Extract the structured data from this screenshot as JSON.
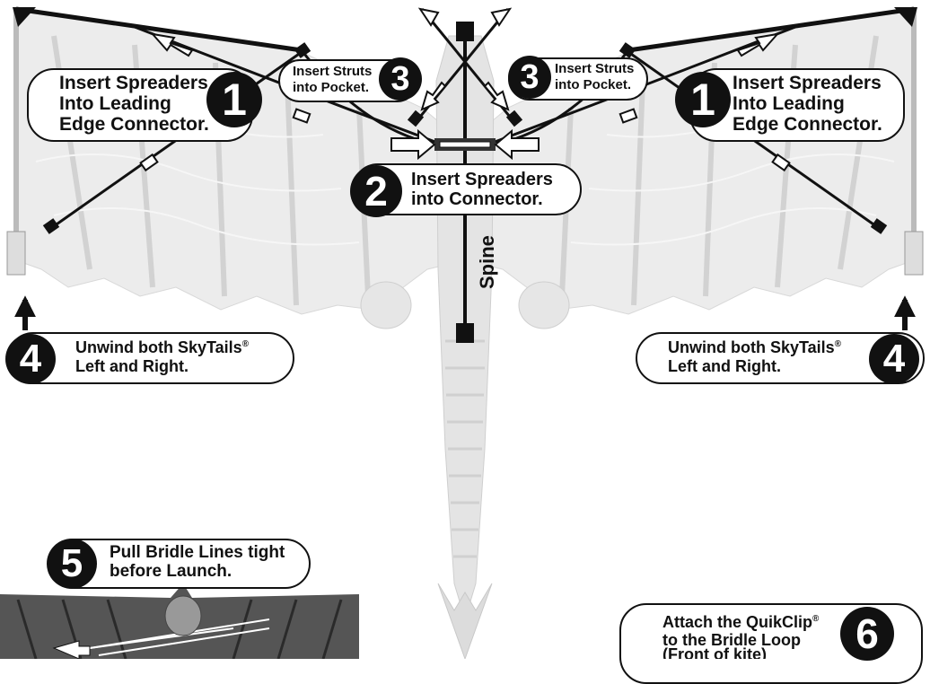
{
  "steps": {
    "s1_left": {
      "number": "1",
      "line1": "Insert Spreaders",
      "line2": "Into Leading",
      "line3": "Edge Connector."
    },
    "s1_right": {
      "number": "1",
      "line1": "Insert Spreaders",
      "line2": "Into Leading",
      "line3": "Edge Connector."
    },
    "s2": {
      "number": "2",
      "line1": "Insert Spreaders",
      "line2": "into Connector."
    },
    "s3_left": {
      "number": "3",
      "line1": "Insert Struts",
      "line2": "into Pocket."
    },
    "s3_right": {
      "number": "3",
      "line1": "Insert Struts",
      "line2": "into Pocket."
    },
    "s4_left": {
      "number": "4",
      "line1": "Unwind both SkyTails",
      "line2": "Left and Right."
    },
    "s4_right": {
      "number": "4",
      "line1": "Unwind both SkyTails",
      "line2": "Left and Right."
    },
    "s5": {
      "number": "5",
      "line1": "Pull Bridle Lines tight",
      "line2": "before Launch."
    },
    "s6": {
      "number": "6",
      "line1": "Attach the QuikClip",
      "line2": "to the  Bridle Loop",
      "line3": "(Front of kite)"
    }
  },
  "labels": {
    "spine": "Spine",
    "registered": "®"
  }
}
